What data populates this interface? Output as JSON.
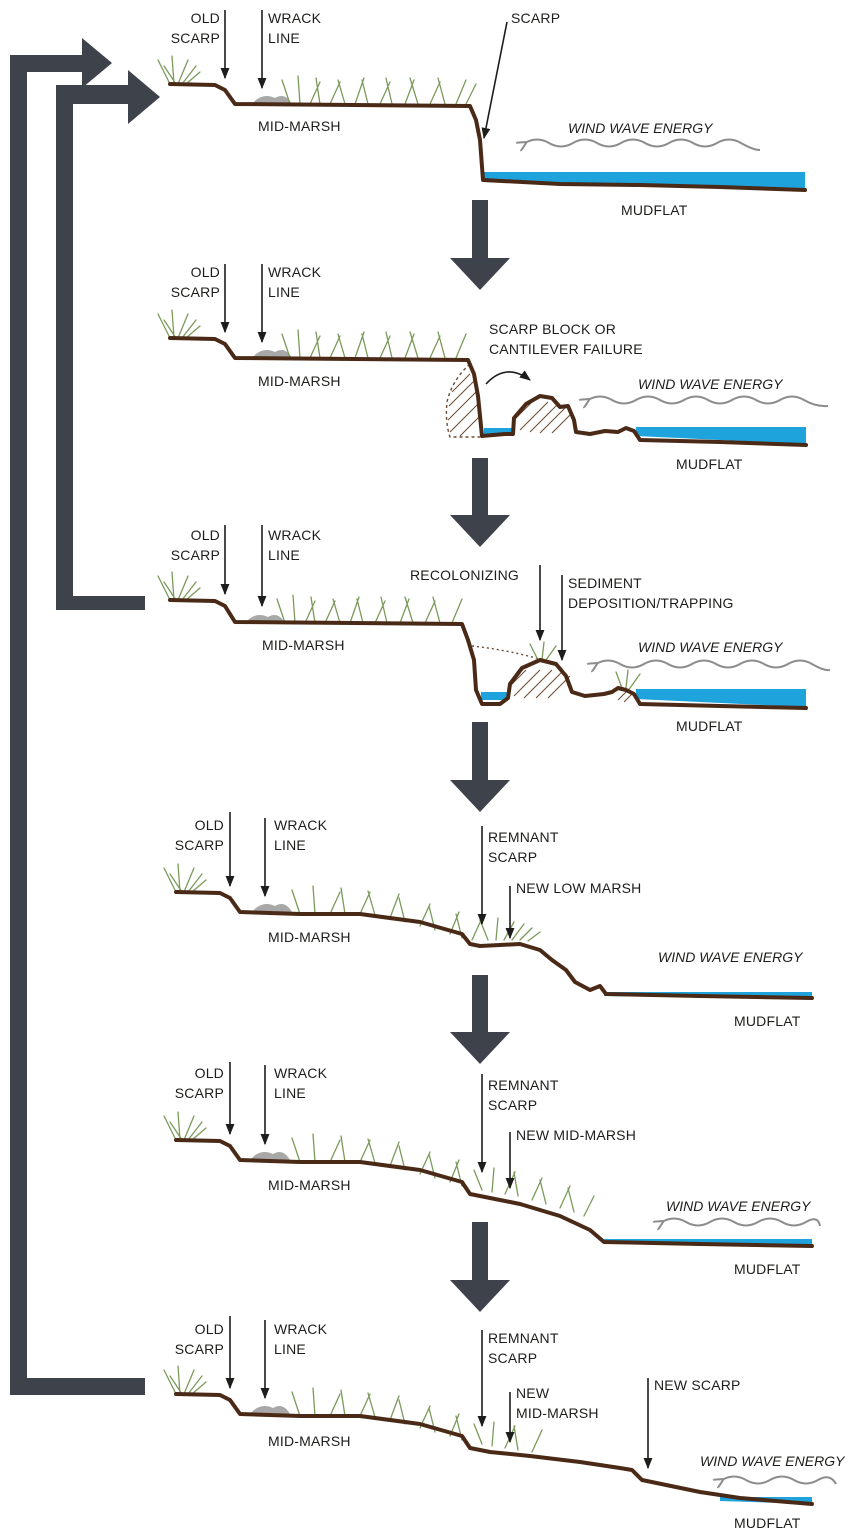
{
  "panels": [
    {
      "old_scarp": [
        "OLD",
        "SCARP"
      ],
      "wrack_line": [
        "WRACK",
        "LINE"
      ],
      "mid_marsh": "MID-MARSH",
      "scarp": "SCARP",
      "wind": "WIND WAVE ENERGY",
      "mudflat": "MUDFLAT"
    },
    {
      "old_scarp": [
        "OLD",
        "SCARP"
      ],
      "wrack_line": [
        "WRACK",
        "LINE"
      ],
      "mid_marsh": "MID-MARSH",
      "failure": [
        "SCARP BLOCK OR",
        "CANTILEVER FAILURE"
      ],
      "wind": "WIND WAVE ENERGY",
      "mudflat": "MUDFLAT"
    },
    {
      "old_scarp": [
        "OLD",
        "SCARP"
      ],
      "wrack_line": [
        "WRACK",
        "LINE"
      ],
      "mid_marsh": "MID-MARSH",
      "recolonizing": "RECOLONIZING",
      "sediment": [
        "SEDIMENT",
        "DEPOSITION/TRAPPING"
      ],
      "wind": "WIND WAVE ENERGY",
      "mudflat": "MUDFLAT"
    },
    {
      "old_scarp": [
        "OLD",
        "SCARP"
      ],
      "wrack_line": [
        "WRACK",
        "LINE"
      ],
      "mid_marsh": "MID-MARSH",
      "remnant_scarp": [
        "REMNANT",
        "SCARP"
      ],
      "new_marsh": [
        "NEW LOW MARSH"
      ],
      "wind": "WIND WAVE ENERGY",
      "mudflat": "MUDFLAT"
    },
    {
      "old_scarp": [
        "OLD",
        "SCARP"
      ],
      "wrack_line": [
        "WRACK",
        "LINE"
      ],
      "mid_marsh": "MID-MARSH",
      "remnant_scarp": [
        "REMNANT",
        "SCARP"
      ],
      "new_marsh": [
        "NEW MID-MARSH"
      ],
      "wind": "WIND WAVE ENERGY",
      "mudflat": "MUDFLAT"
    },
    {
      "old_scarp": [
        "OLD",
        "SCARP"
      ],
      "wrack_line": [
        "WRACK",
        "LINE"
      ],
      "mid_marsh": "MID-MARSH",
      "remnant_scarp": [
        "REMNANT",
        "SCARP"
      ],
      "new_marsh": [
        "NEW",
        "MID-MARSH"
      ],
      "new_scarp": "NEW SCARP",
      "wind": "WIND WAVE ENERGY",
      "mudflat": "MUDFLAT"
    }
  ]
}
